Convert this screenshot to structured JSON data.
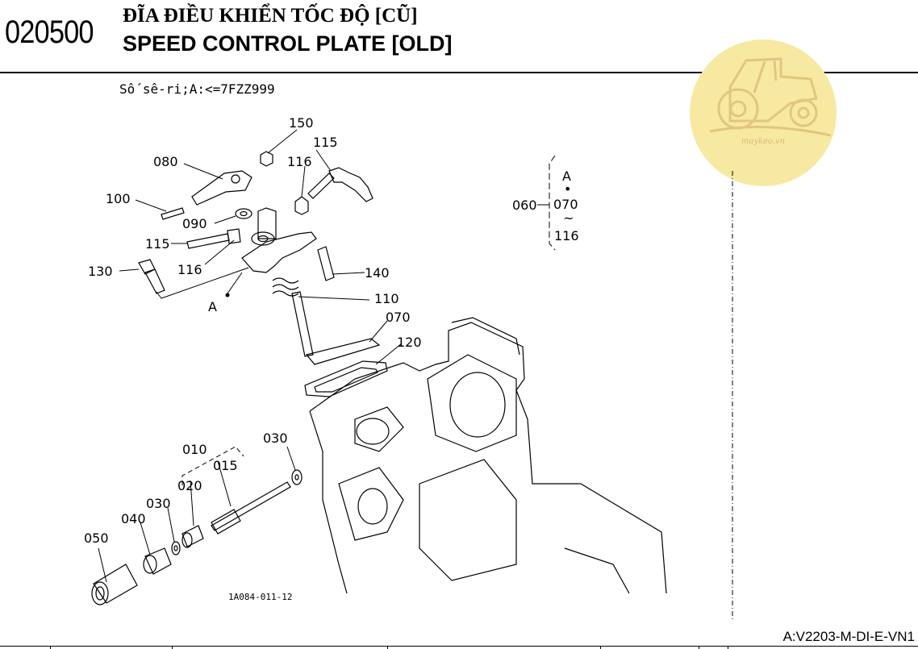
{
  "header": {
    "code": "020500",
    "title_vi": "ĐĨA ĐIỀU KHIỂN TỐC ĐỘ [CŨ]",
    "title_en": "SPEED CONTROL PLATE [OLD]"
  },
  "serial_note": "Số sê-ri;A:<=7FZZ999",
  "figure_code": "1A084-011-12",
  "footer_code": "A:V2203-M-DI-E-VN1",
  "watermark": {
    "text": "maykeo.vn",
    "color": "#f7e9a1"
  },
  "group_note": {
    "label": "060",
    "lines": [
      "A",
      "•",
      "070",
      "~",
      "116"
    ]
  },
  "callouts": {
    "p150": "150",
    "p115a": "115",
    "p080": "080",
    "p116a": "116",
    "p100": "100",
    "p090": "090",
    "p115b": "115",
    "p130": "130",
    "p116b": "116",
    "p140": "140",
    "pA": "A",
    "p110": "110",
    "p070": "070",
    "p120": "120",
    "p010": "010",
    "p015": "015",
    "p030a": "030",
    "p020": "020",
    "p030b": "030",
    "p040": "040",
    "p050": "050"
  }
}
